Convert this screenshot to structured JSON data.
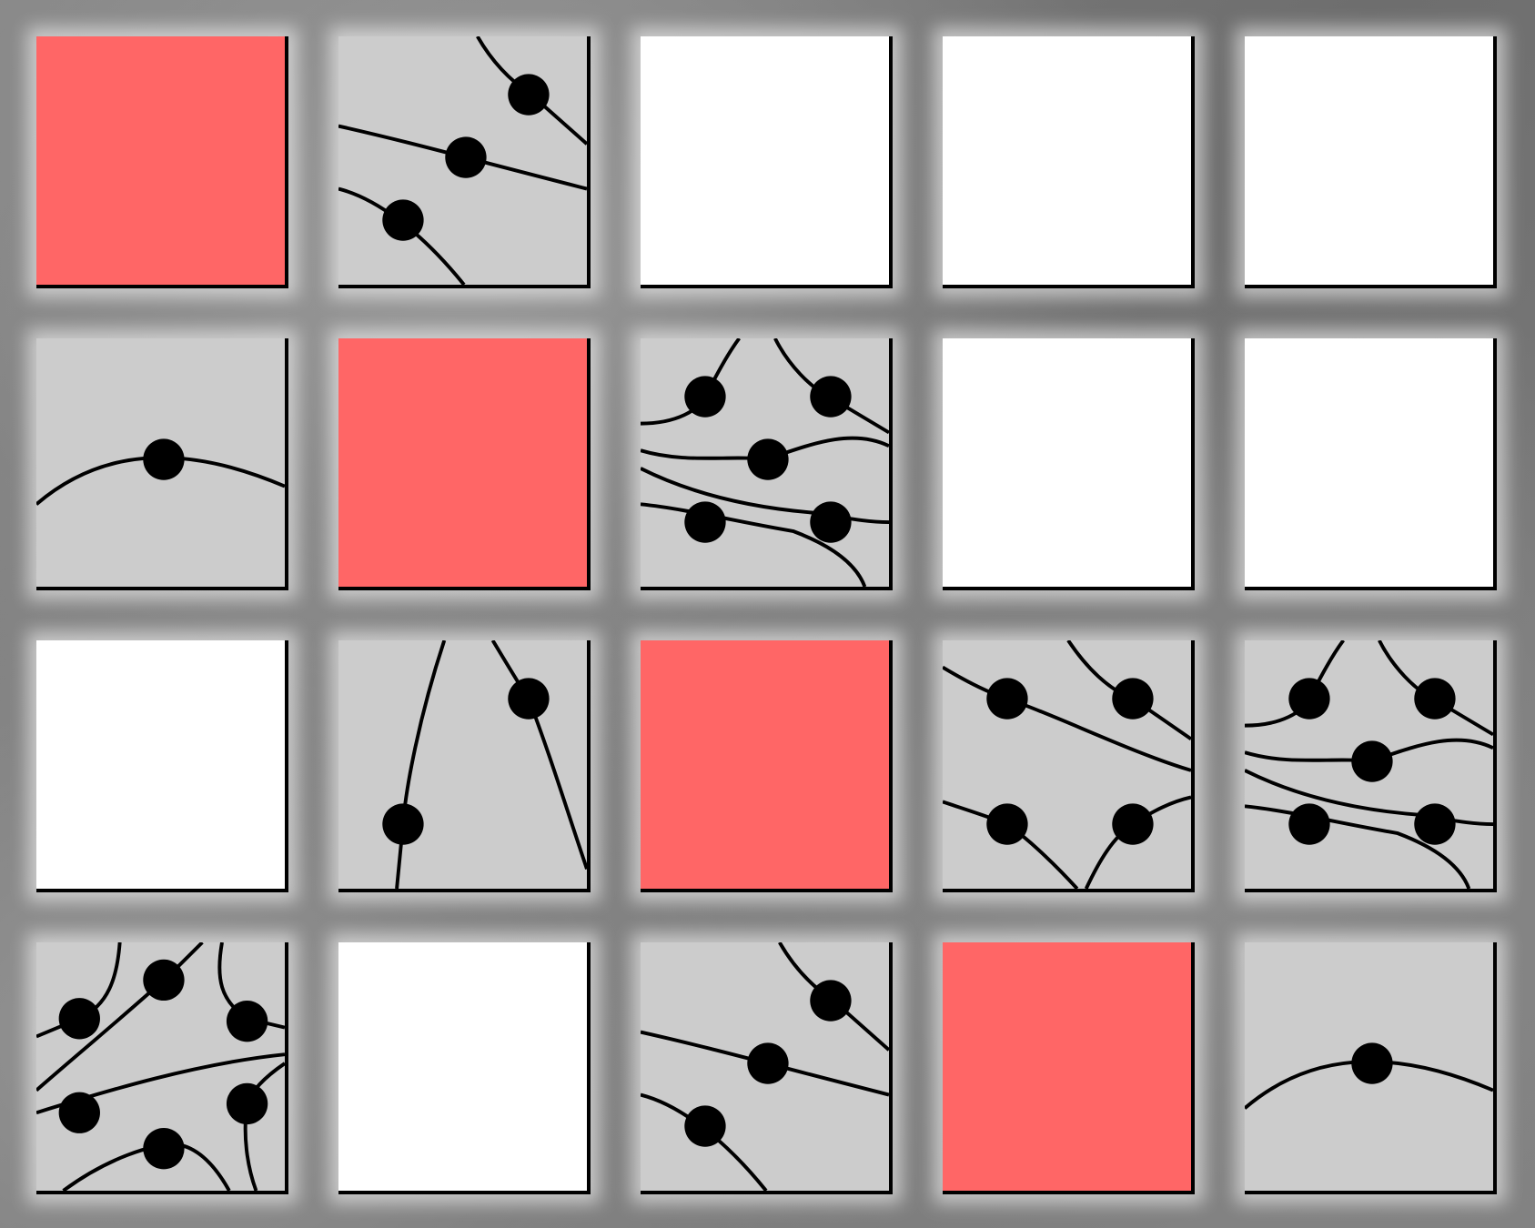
{
  "colors": {
    "blocked": "#ff6666",
    "empty": "#ffffff",
    "pattern": "#cccccc",
    "ink": "#000000"
  },
  "grid": {
    "rows": 4,
    "cols": 5,
    "tiles": [
      [
        "blocked",
        "pattern-a",
        "empty",
        "empty",
        "empty"
      ],
      [
        "pattern-b",
        "blocked",
        "pattern-c",
        "empty",
        "empty"
      ],
      [
        "empty",
        "pattern-d",
        "blocked",
        "pattern-e",
        "pattern-c"
      ],
      [
        "pattern-f",
        "empty",
        "pattern-a",
        "blocked",
        "pattern-b"
      ]
    ]
  }
}
